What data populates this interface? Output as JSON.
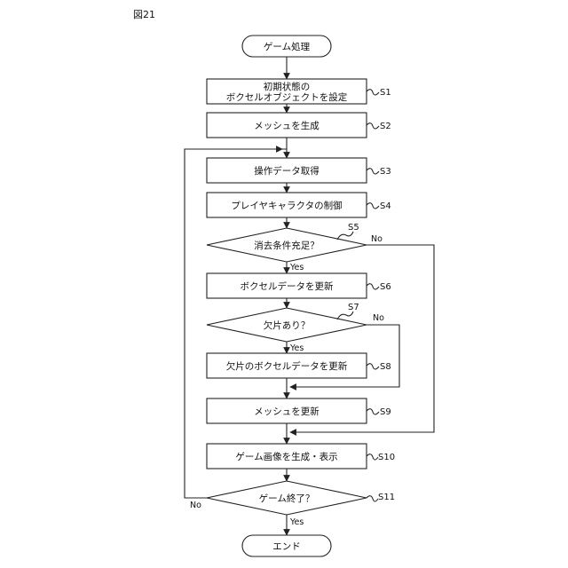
{
  "figure_label": "図21",
  "start": "ゲーム処理",
  "end": "エンド",
  "steps": {
    "s1": {
      "label_line1": "初期状態の",
      "label_line2": "ボクセルオブジェクトを設定",
      "id": "S1"
    },
    "s2": {
      "label": "メッシュを生成",
      "id": "S2"
    },
    "s3": {
      "label": "操作データ取得",
      "id": "S3"
    },
    "s4": {
      "label": "プレイヤキャラクタの制御",
      "id": "S4"
    },
    "s5": {
      "label": "消去条件充足？",
      "id": "S5"
    },
    "s6": {
      "label": "ボクセルデータを更新",
      "id": "S6"
    },
    "s7": {
      "label": "欠片あり？",
      "id": "S7"
    },
    "s8": {
      "label": "欠片のボクセルデータを更新",
      "id": "S8"
    },
    "s9": {
      "label": "メッシュを更新",
      "id": "S9"
    },
    "s10": {
      "label": "ゲーム画像を生成・表示",
      "id": "S10"
    },
    "s11": {
      "label": "ゲーム終了？",
      "id": "S11"
    }
  },
  "branch_labels": {
    "yes": "Yes",
    "no": "No"
  }
}
